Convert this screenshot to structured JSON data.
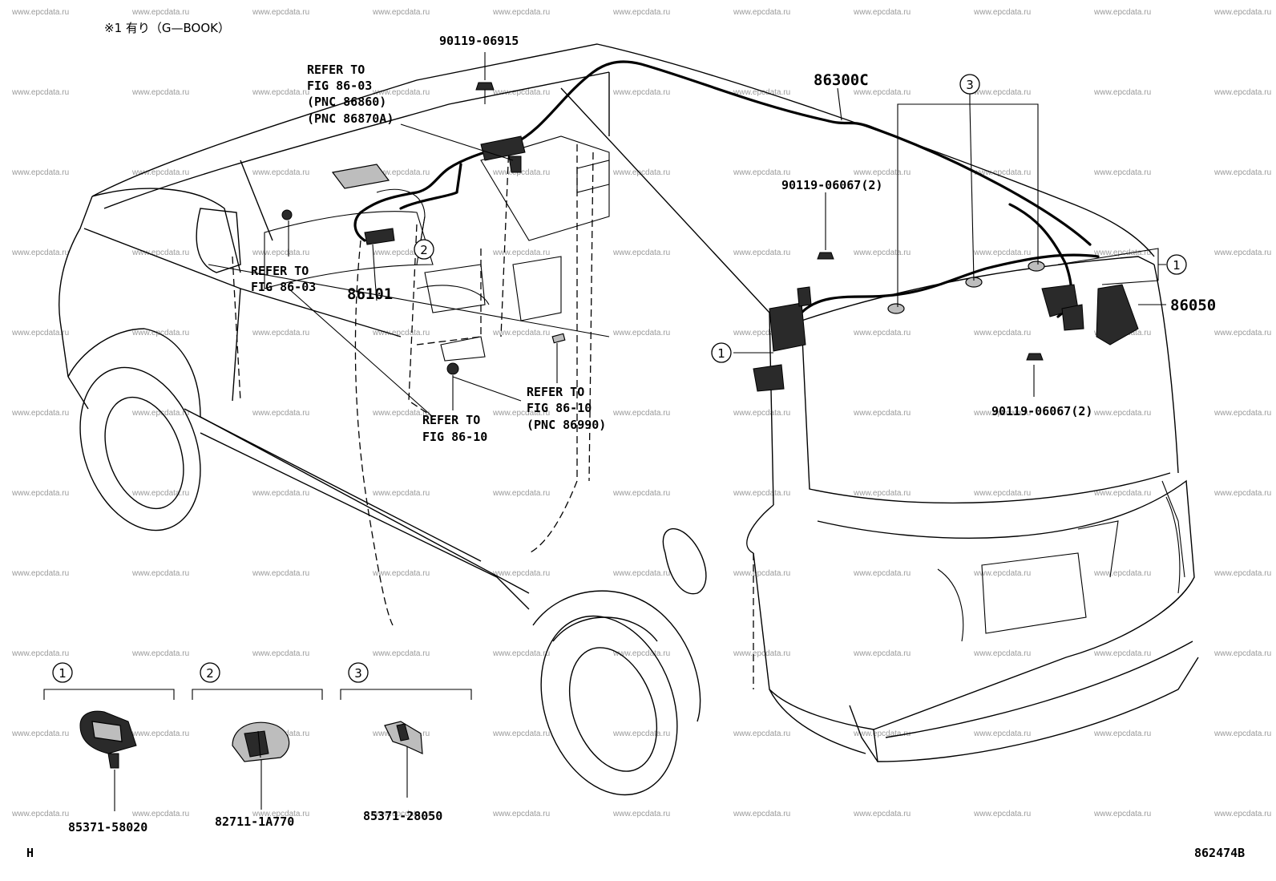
{
  "header_note": "※1 有り（G—BOOK）",
  "footer_left": "H",
  "figure_number": "862474B",
  "watermark_text": "www.epcdata.ru",
  "part_labels": {
    "bolt_top": "90119-06915",
    "antenna_cord": "86300C",
    "bolt_right_upper": "90119-06067(2)",
    "bolt_right_lower": "90119-06067(2)",
    "unit_rear": "86050",
    "unit_front": "86101",
    "clamp_1": "85371-58020",
    "clamp_2": "82711-1A770",
    "clamp_3": "85371-28050"
  },
  "refer_notes": {
    "ref_a": [
      "REFER TO",
      "FIG 86-03",
      "(PNC 86860)",
      "(PNC 86870A)"
    ],
    "ref_b": [
      "REFER TO",
      "FIG 86-03"
    ],
    "ref_c": [
      "REFER TO",
      "FIG 86-10"
    ],
    "ref_d": [
      "REFER TO",
      "FIG 86-10",
      "(PNC 86990)"
    ]
  },
  "callouts": {
    "c1": "1",
    "c2": "2",
    "c3": "3"
  }
}
